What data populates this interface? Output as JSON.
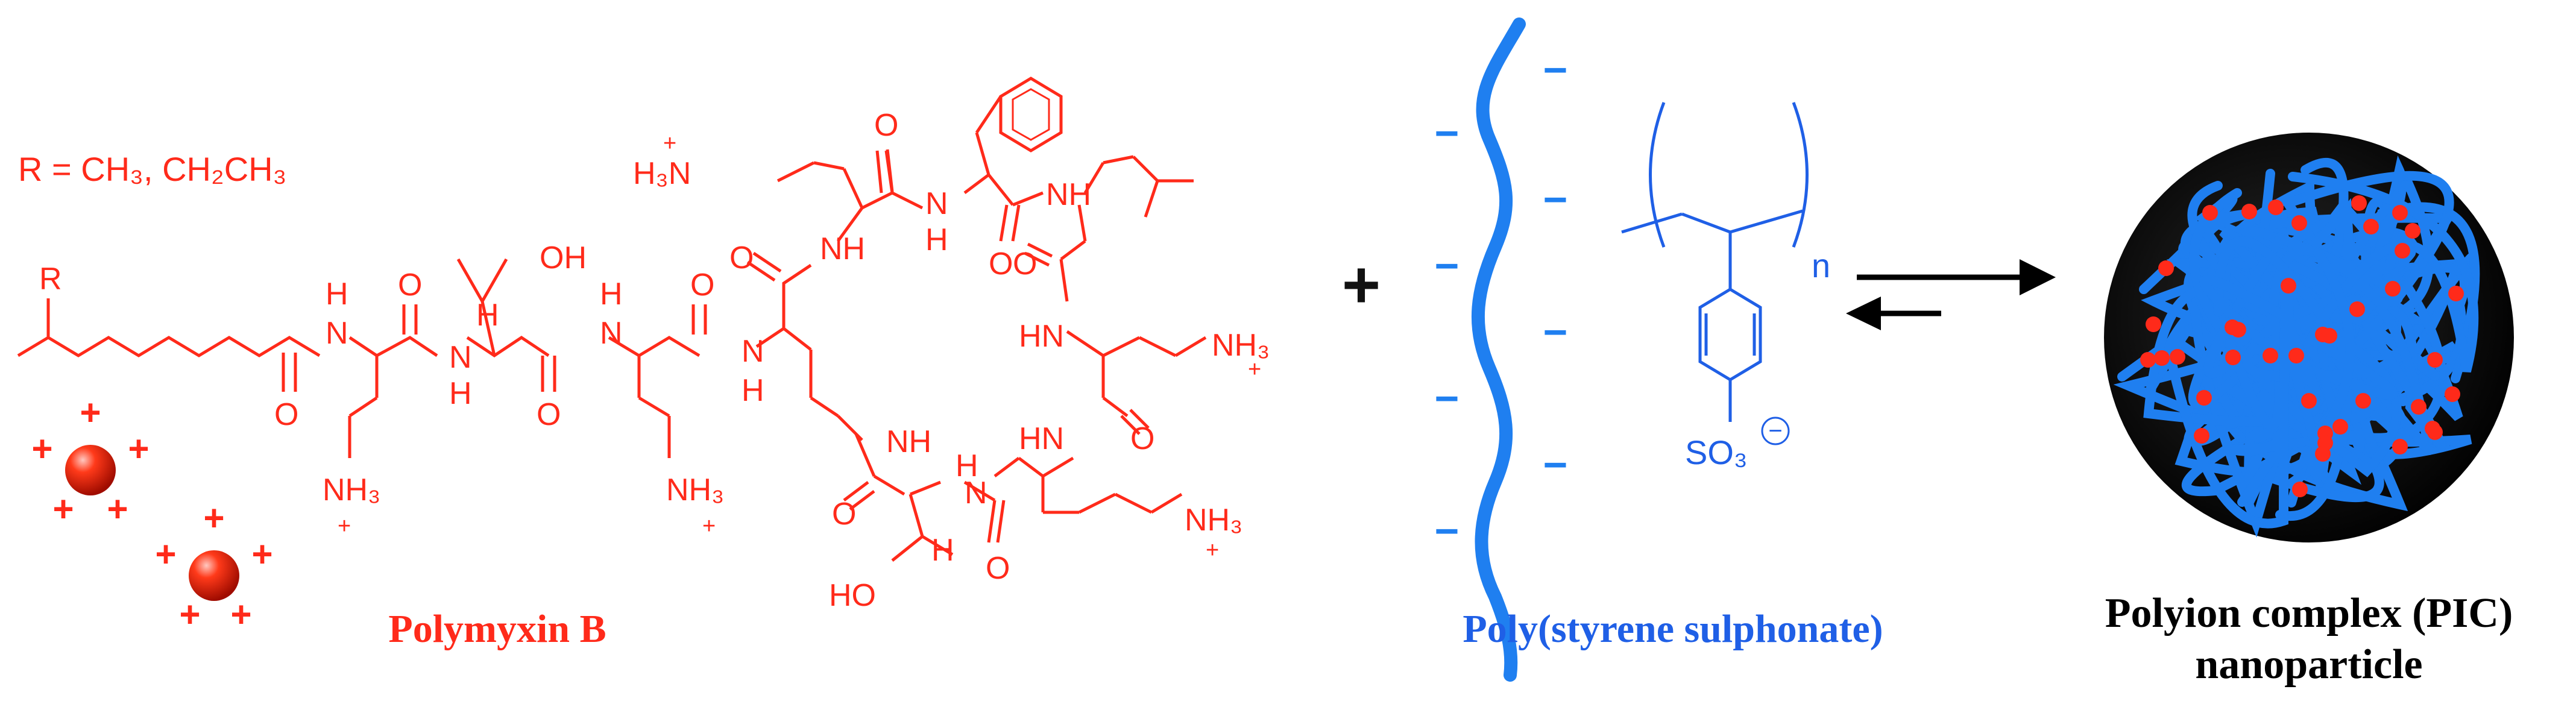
{
  "polymyxin": {
    "r_label": "R = CH₃, CH₂CH₃",
    "name": "Polymyxin B",
    "atoms": {
      "r": "R",
      "oh_top": "OH",
      "h": "H",
      "nh": "NH",
      "hn": "HN",
      "n": "N",
      "o": "O",
      "nh3": "NH₃",
      "h3n": "H₃N",
      "ho": "HO",
      "plus": "+"
    },
    "colors": {
      "main": "#ff2a1a"
    }
  },
  "pss": {
    "name": "Poly(styrene sulphonate)",
    "n": "n",
    "so3": "SO₃",
    "minus": "−",
    "colors": {
      "main": "#1f5fe6"
    }
  },
  "operators": {
    "plus": "+"
  },
  "product": {
    "line1": "Polyion complex (PIC)",
    "line2": "nanoparticle"
  }
}
